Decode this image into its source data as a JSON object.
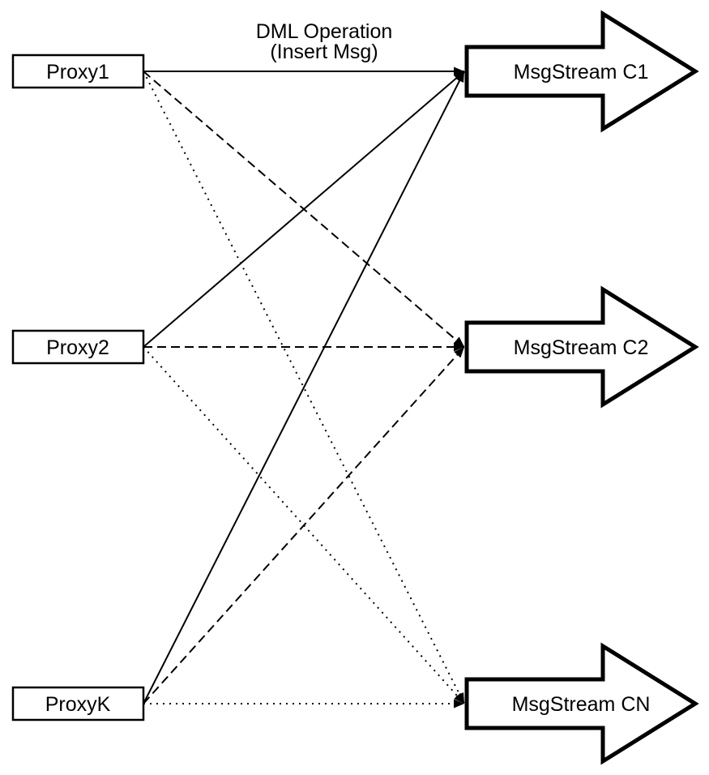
{
  "annotation": {
    "line1": "DML Operation",
    "line2": "(Insert Msg)"
  },
  "proxies": [
    {
      "id": "proxy1",
      "label": "Proxy1"
    },
    {
      "id": "proxy2",
      "label": "Proxy2"
    },
    {
      "id": "proxyk",
      "label": "ProxyK"
    }
  ],
  "streams": [
    {
      "id": "c1",
      "label": "MsgStream C1"
    },
    {
      "id": "c2",
      "label": "MsgStream C2"
    },
    {
      "id": "cn",
      "label": "MsgStream CN"
    }
  ],
  "edges": [
    {
      "from": "proxy1",
      "to": "c1",
      "style": "solid"
    },
    {
      "from": "proxy2",
      "to": "c1",
      "style": "solid"
    },
    {
      "from": "proxyk",
      "to": "c1",
      "style": "solid"
    },
    {
      "from": "proxy1",
      "to": "c2",
      "style": "dashed"
    },
    {
      "from": "proxy2",
      "to": "c2",
      "style": "dashed"
    },
    {
      "from": "proxyk",
      "to": "c2",
      "style": "dashed"
    },
    {
      "from": "proxy1",
      "to": "cn",
      "style": "dotted"
    },
    {
      "from": "proxy2",
      "to": "cn",
      "style": "dotted"
    },
    {
      "from": "proxyk",
      "to": "cn",
      "style": "dotted"
    }
  ],
  "colors": {
    "line": "#000000",
    "shape_fill": "#ffffff",
    "background": "#ffffff"
  }
}
